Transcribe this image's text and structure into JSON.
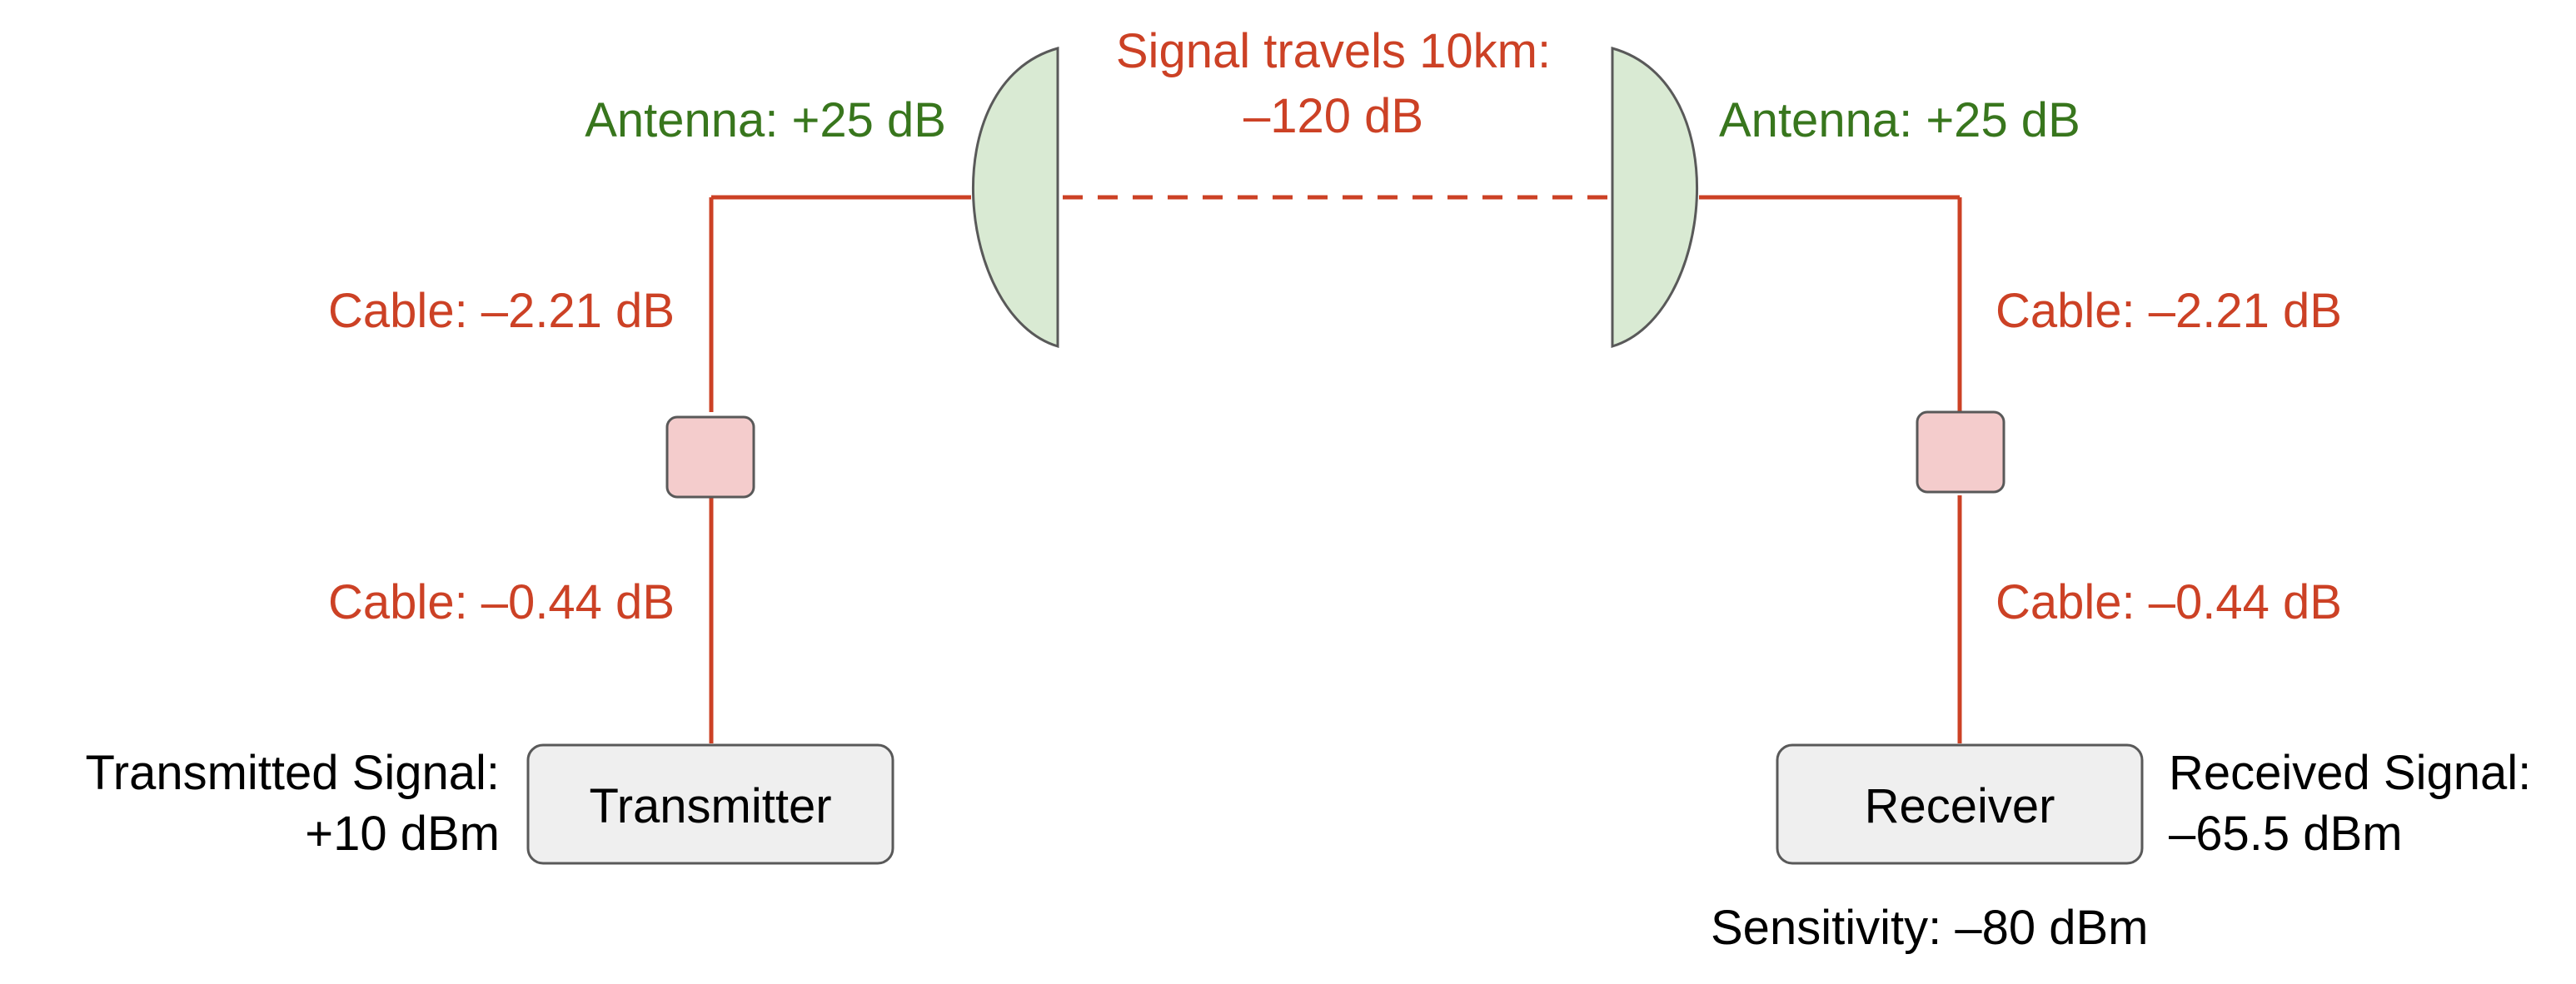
{
  "colors": {
    "loss": "#cc4125",
    "gain": "#38761d",
    "text": "#000000",
    "dish_fill": "#d9ead3",
    "connector_fill": "#f4cccc",
    "device_fill": "#efefef",
    "outline": "#595959"
  },
  "link": {
    "label_line1": "Signal travels 10km:",
    "label_line2": "–120 dB"
  },
  "transmitter": {
    "device_label": "Transmitter",
    "signal_line1": "Transmitted Signal:",
    "signal_line2": "+10 dBm",
    "antenna_label": "Antenna: +25 dB",
    "upper_cable_label": "Cable: –2.21 dB",
    "lower_cable_label": "Cable: –0.44 dB"
  },
  "receiver": {
    "device_label": "Receiver",
    "signal_line1": "Received Signal:",
    "signal_line2": "–65.5 dBm",
    "sensitivity_label": "Sensitivity: –80 dBm",
    "antenna_label": "Antenna: +25 dB",
    "upper_cable_label": "Cable: –2.21 dB",
    "lower_cable_label": "Cable: –0.44 dB"
  }
}
